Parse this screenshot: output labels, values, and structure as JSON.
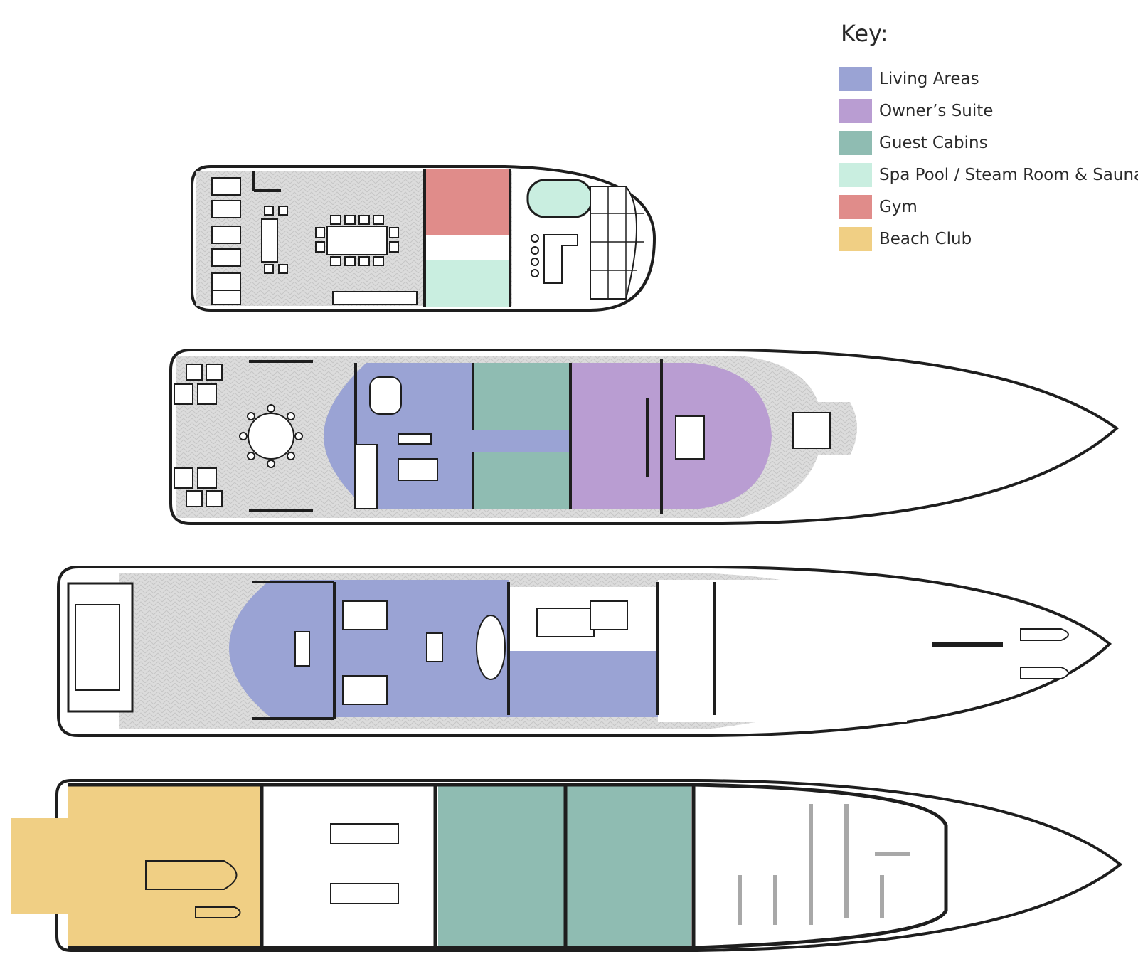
{
  "key": {
    "title": "Key:",
    "items": [
      {
        "name": "living",
        "label": "Living Areas",
        "color": "#9aa3d4"
      },
      {
        "name": "owner",
        "label": "Owner’s Suite",
        "color": "#b99dd2"
      },
      {
        "name": "guest",
        "label": "Guest Cabins",
        "color": "#8fbcb2"
      },
      {
        "name": "spa",
        "label": "Spa Pool / Steam Room & Sauna",
        "color": "#c9eee0"
      },
      {
        "name": "gym",
        "label": "Gym",
        "color": "#e08c8a"
      },
      {
        "name": "beach",
        "label": "Beach Club",
        "color": "#f0cf84"
      }
    ]
  },
  "colors": {
    "deck": "#dcdcdc",
    "outline": "#1e1e1e",
    "hull": "#ffffff",
    "gray_partition": "#a8a8a8"
  }
}
